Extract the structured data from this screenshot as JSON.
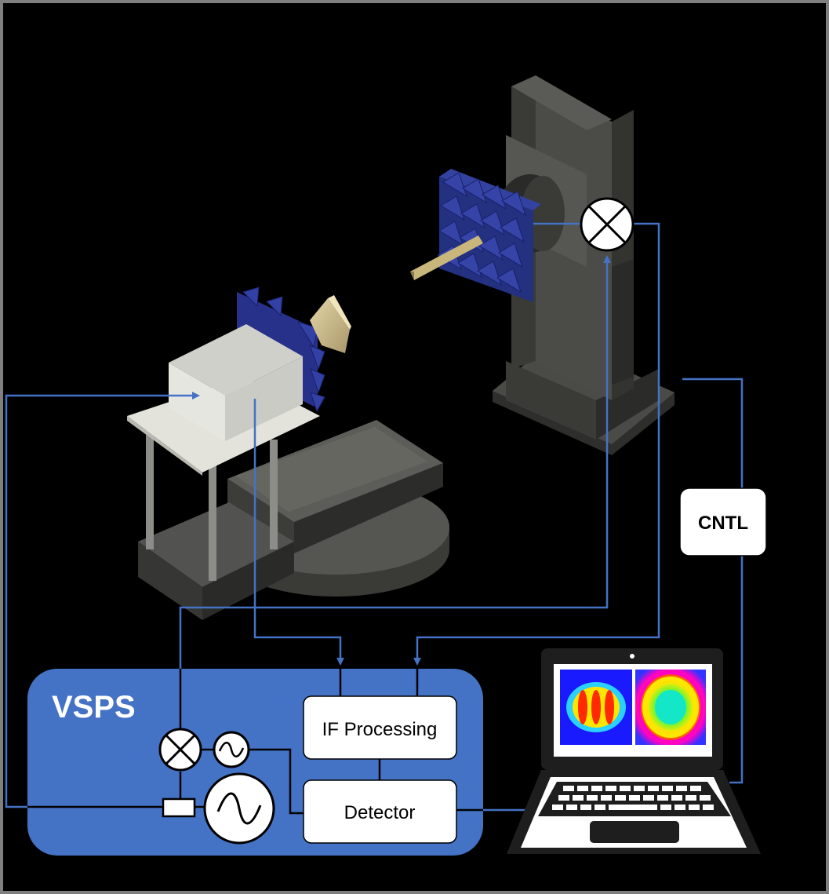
{
  "labels": {
    "vsps": "VSPS",
    "if_processing": "IF Processing",
    "detector": "Detector",
    "cntl": "CNTL"
  },
  "colors": {
    "background": "#000000",
    "frame": "#7f7f7f",
    "signal_line": "#4472c4",
    "vsps_box": "#4472c4",
    "absorber": "#2e3a8c",
    "horn": "#c8b88a",
    "tower": "#3d3d3a",
    "module": "#d9d9d4"
  },
  "icons": [
    "mixer-icon",
    "local-oscillator-icon",
    "source-oscillator-icon",
    "coupler-icon",
    "laptop-icon"
  ]
}
